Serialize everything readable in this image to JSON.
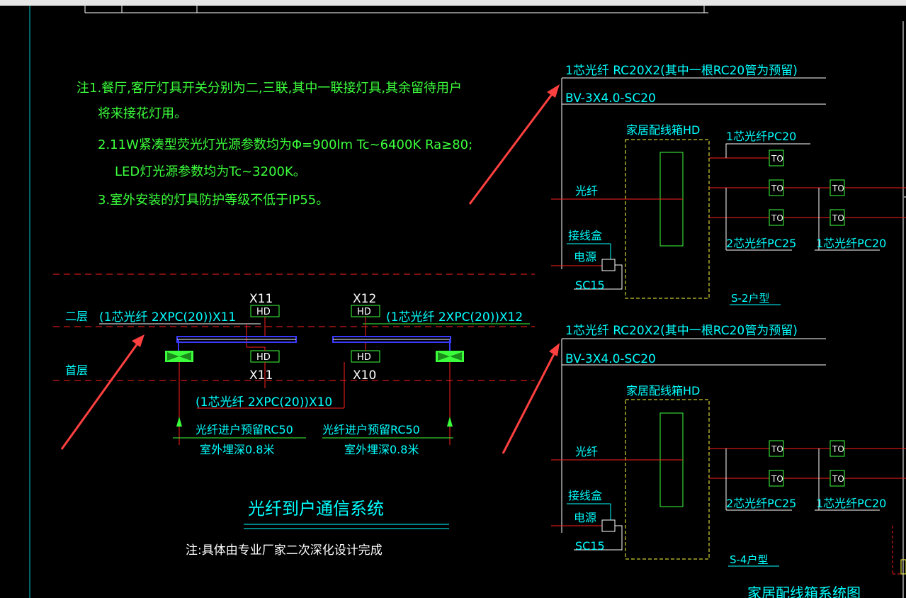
{
  "colors": {
    "background": "#000000",
    "cyan": "#00ffff",
    "green": "#3cff3c",
    "red": "#ff2020",
    "yellow": "#ffff40",
    "white": "#ffffff",
    "blue": "#2a2aff",
    "arrow": "#ff4040"
  },
  "notes": {
    "line1": "注1.餐厅,客厅灯具开关分别为二,三联,其中一联接灯具,其余留待用户",
    "line2": "将来接花灯用。",
    "line3": "2.11W紧凑型荧光灯光源参数均为Φ=900lm Tc~6400K Ra≥80;",
    "line4": "LED灯光源参数均为Tc~3200K。",
    "line5": "3.室外安装的灯具防护等级不低于IP55。"
  },
  "fiber_system": {
    "floor2": "二层",
    "floor1": "首层",
    "x11_top": "X11",
    "x12_top": "X12",
    "x11_bottom": "X11",
    "x10_bottom": "X10",
    "hd": "HD",
    "cable_left": "(1芯光纤 2XPC(20))X11",
    "cable_right": "(1芯光纤 2XPC(20))X12",
    "cable_mid": "(1芯光纤 2XPC(20))X10",
    "entry_left": "光纤进户预留RC50",
    "entry_right": "光纤进户预留RC50",
    "depth_left": "室外埋深0.8米",
    "depth_right": "室外埋深0.8米",
    "title": "光纤到户通信系统",
    "note": "注:具体由专业厂家二次深化设计完成"
  },
  "panel_s2": {
    "fiber_spec": "1芯光纤 RC20X2(其中一根RC20管为预留)",
    "power_spec": "BV-3X4.0-SC20",
    "box_label": "家居配线箱HD",
    "out_fiber_top": "1芯光纤PC20",
    "to": "TO",
    "fiber_label": "光纤",
    "junction_box": "接线盒",
    "power_label": "电源",
    "sc15": "SC15",
    "bottom_fiber_2": "2芯光纤PC25",
    "bottom_fiber_1": "1芯光纤PC20",
    "type_label": "S-2户型"
  },
  "panel_s4": {
    "fiber_spec": "1芯光纤 RC20X2(其中一根RC20管为预留)",
    "power_spec": "BV-3X4.0-SC20",
    "box_label": "家居配线箱HD",
    "to": "TO",
    "fiber_label": "光纤",
    "junction_box": "接线盒",
    "power_label": "电源",
    "sc15": "SC15",
    "bottom_fiber_2": "2芯光纤PC25",
    "bottom_fiber_1": "1芯光纤PC20",
    "type_label": "S-4户型"
  },
  "bottom_title_partial": "家居配线箱系统图"
}
